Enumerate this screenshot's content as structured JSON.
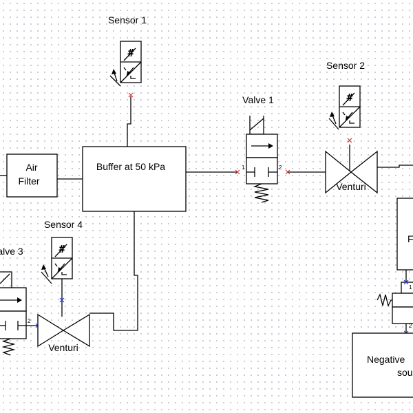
{
  "diagram": {
    "components": {
      "air_filter": {
        "line1": "Air",
        "line2": "Filter"
      },
      "buffer": {
        "label": "Buffer at 50 kPa"
      },
      "valve1": {
        "label": "Valve 1",
        "port_a": "1",
        "port_b": "2"
      },
      "valve3": {
        "label": "alve 3",
        "port_b": "2"
      },
      "sensor1": {
        "label": "Sensor 1"
      },
      "sensor2": {
        "label": "Sensor 2"
      },
      "sensor4": {
        "label": "Sensor 4"
      },
      "venturi_top": {
        "label": "Venturi"
      },
      "venturi_bottom": {
        "label": "Venturi"
      },
      "right_box": {
        "label": "F"
      },
      "negative_source": {
        "line1": "Negative",
        "line2": "sou"
      },
      "right_valve": {
        "port_a": "1",
        "port_b": "2"
      }
    },
    "sensor_symbol": "#",
    "colors": {
      "wire": "#000000",
      "port_x": "#e53030",
      "port_x_alt": "#2c3ce0"
    }
  }
}
